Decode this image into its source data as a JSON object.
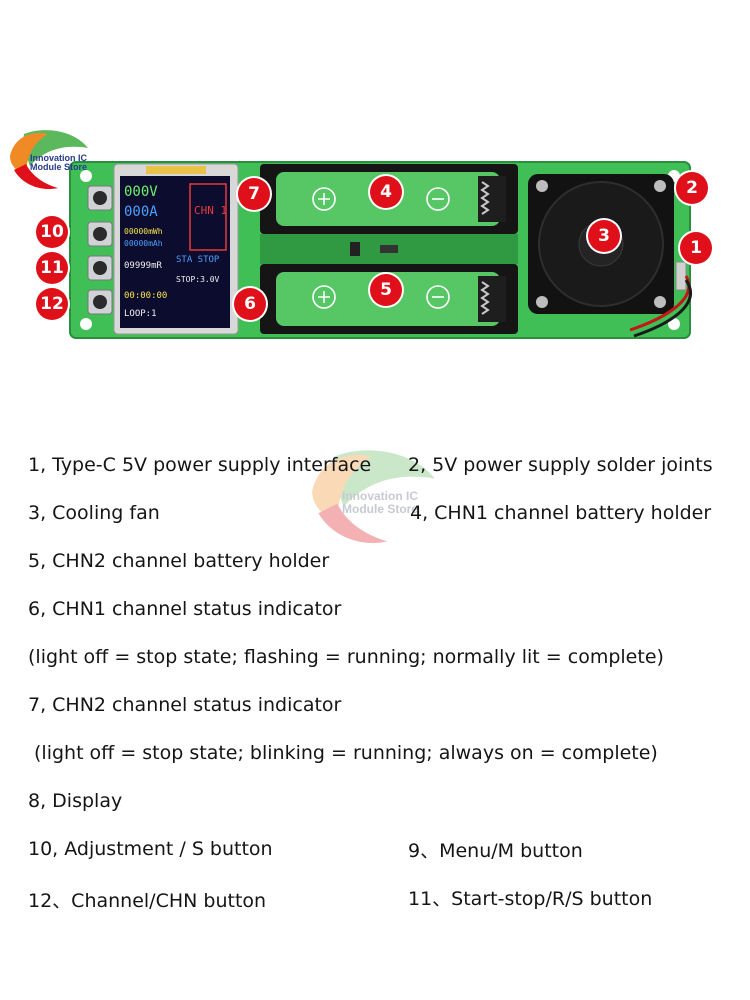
{
  "brand": {
    "line1": "Innovation IC",
    "line2": "Module Store",
    "colors": {
      "orange": "#f08a24",
      "green": "#5cb85c",
      "red": "#e0101a"
    }
  },
  "board": {
    "pcb_color": "#3fbf56",
    "markers": [
      "7",
      "4",
      "2",
      "3",
      "1",
      "10",
      "11",
      "12",
      "6",
      "5"
    ],
    "display": {
      "row1": "000V",
      "chn_label": "CHN 1",
      "row2": "000A",
      "row3": "STA STOP",
      "row4a": "00000mWh",
      "row4b": "00000mAh",
      "row5": "09999mR",
      "row5b": "STOP:3.0V",
      "row6": "00:00:00",
      "row7": "LOOP:1"
    },
    "icons": [
      "plus-icon",
      "minus-icon",
      "fan-icon"
    ]
  },
  "descriptions": {
    "d1": "1, Type-C 5V power supply interface",
    "d2": "2, 5V power supply solder joints",
    "d3": "3, Cooling fan",
    "d4": "4, CHN1 channel battery holder",
    "d5": "5, CHN2 channel battery holder",
    "d6": "6, CHN1 channel status indicator",
    "d6b": "(light off = stop state; flashing = running; normally lit = complete)",
    "d7": "7, CHN2 channel status indicator",
    "d7b": "(light off = stop state; blinking = running; always on = complete)",
    "d8": "8, Display",
    "d10": "10, Adjustment / S button",
    "d9": "9、Menu/M button",
    "d12": "12、Channel/CHN button",
    "d11": "11、Start-stop/R/S button"
  }
}
